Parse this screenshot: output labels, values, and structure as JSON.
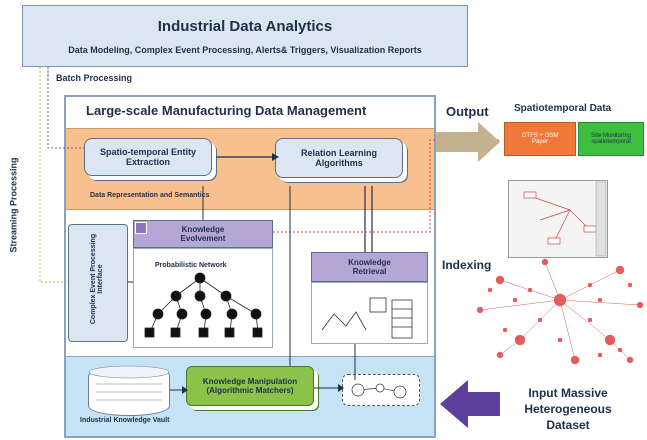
{
  "top": {
    "title": "Industrial Data Analytics",
    "subtitle": "Data Modeling, Complex Event Processing, Alerts& Triggers, Visualization Reports"
  },
  "labels": {
    "batch": "Batch Processing",
    "streaming": "Streaming Processing",
    "output": "Output",
    "indexing": "Indexing",
    "input": "Input Massive Heterogeneous Dataset"
  },
  "main": {
    "title": "Large-scale Manufacturing Data Management",
    "semantics_label": "Data Representation and Semantics",
    "spatio_box": "Spatio-temporal Entity Extraction",
    "relation_box": "Relation Learning Algorithms",
    "cep_box": "Complex Event Processing Interface",
    "knowledge_evolvement": "Knowledge Evolvement",
    "probabilistic_network": "Probabilistic Network",
    "knowledge_retrieval": "Knowledge Retrieval",
    "knowledge_manipulation": "Knowledge Manipulation (Algorithmic Matchers)",
    "vault_label": "Industrial Knowledge Vault"
  },
  "spatiotemporal": {
    "title": "Spatiotemporal Data",
    "box1": "GTFS + OSM Paper",
    "box2": "Site Monitoring spatiotemporal"
  },
  "colors": {
    "top_bg": "#dce6f2",
    "orange_bg": "#f9c08f",
    "purple": "#b4a7d6",
    "green": "#8bc34a",
    "vault_bg": "#c6e2f5",
    "arrow_purple": "#5b3f9a",
    "arrow_tan": "#c2b28f",
    "red_nodes": "#e04040"
  }
}
